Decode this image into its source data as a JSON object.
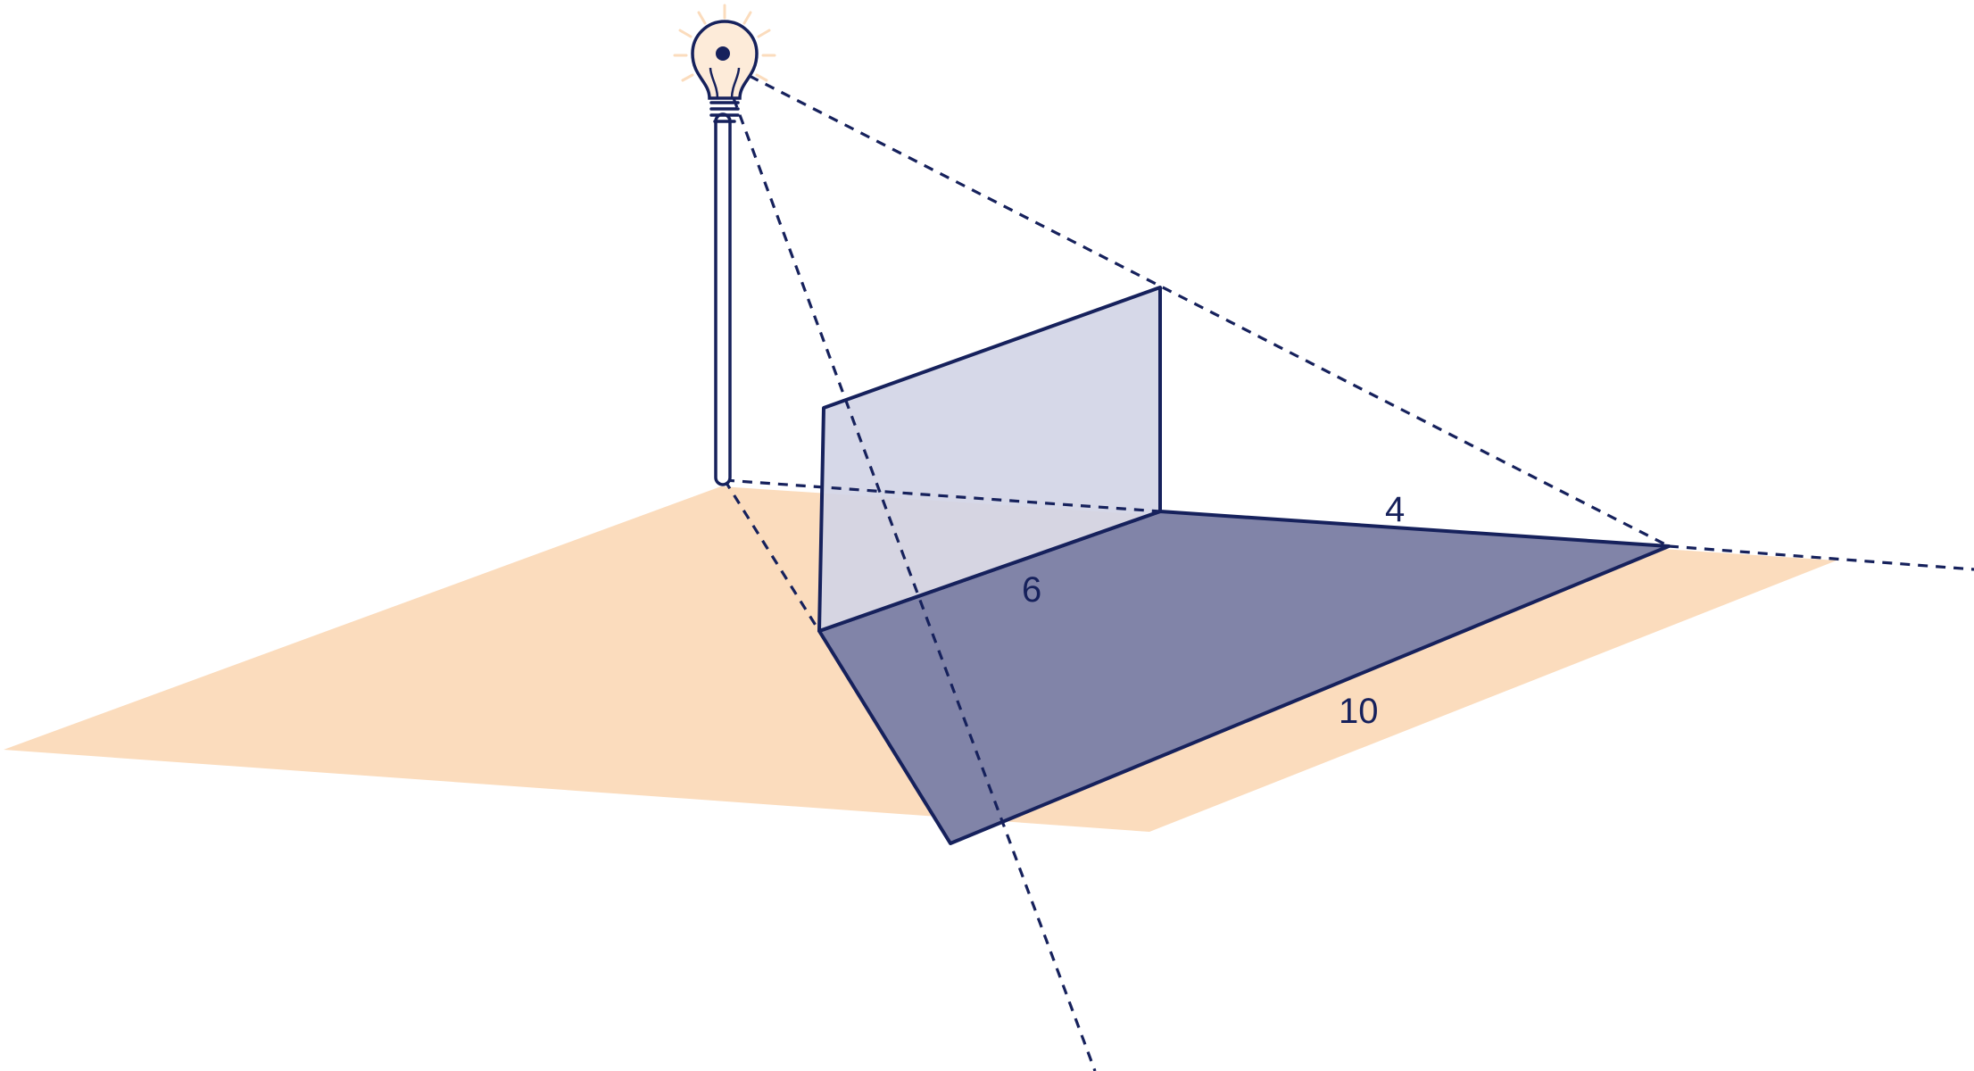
{
  "diagram": {
    "labels": {
      "top_edge": "4",
      "left_edge": "6",
      "long_edge": "10"
    },
    "colors": {
      "ground": "#fbdcbd",
      "wall": "#d2d4e5",
      "shadow": "#8184a8",
      "line": "#16215c",
      "bulb_glow": "#fbdcbd"
    },
    "icons": {
      "light": "light-bulb-icon"
    }
  }
}
